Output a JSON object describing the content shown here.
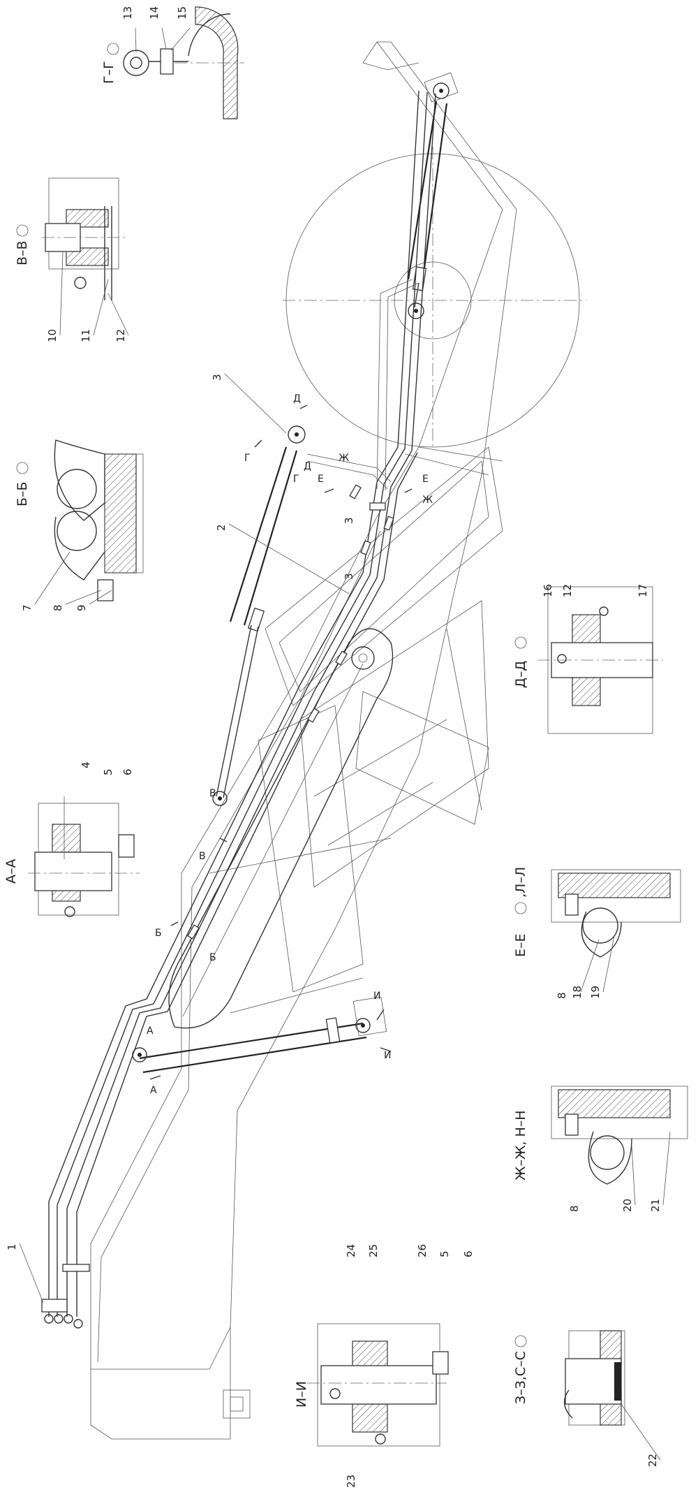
{
  "views": {
    "aa": "А–А",
    "bb": "Б–Б",
    "vv": "В–В",
    "gg": "Г–Г",
    "dd": "Д–Д",
    "ee": "Е–Е",
    "ll": ",Л–Л",
    "zhzh": "Ж–Ж, Н–Н",
    "ii": "И–И",
    "zz": "З–З,С–С"
  },
  "callouts": {
    "c1": "1",
    "c2": "2",
    "c3a": "3",
    "c3b": "3",
    "c3c": "3",
    "c4": "4",
    "c5a": "5",
    "c6a": "6",
    "c7": "7",
    "c8a": "8",
    "c9": "9",
    "c10": "10",
    "c11": "11",
    "c12a": "12",
    "c13": "13",
    "c14": "14",
    "c15": "15",
    "c16": "16",
    "c12b": "12",
    "c17": "17",
    "c8b": "8",
    "c18": "18",
    "c19": "19",
    "c8c": "8",
    "c20": "20",
    "c21": "21",
    "c23": "23",
    "c24": "24",
    "c25": "25",
    "c26": "26",
    "c5b": "5",
    "c6b": "6",
    "c22": "22"
  },
  "section_marks": {
    "a1": "А",
    "a2": "А",
    "b1": "Б",
    "b2": "Б",
    "v1": "В",
    "v2": "В",
    "g1": "Г",
    "g2": "Г",
    "d1": "Д",
    "d2": "Д",
    "e1": "Е",
    "e2": "Е",
    "zh1": "Ж",
    "zh2": "Ж",
    "i1": "И",
    "i2": "И"
  }
}
